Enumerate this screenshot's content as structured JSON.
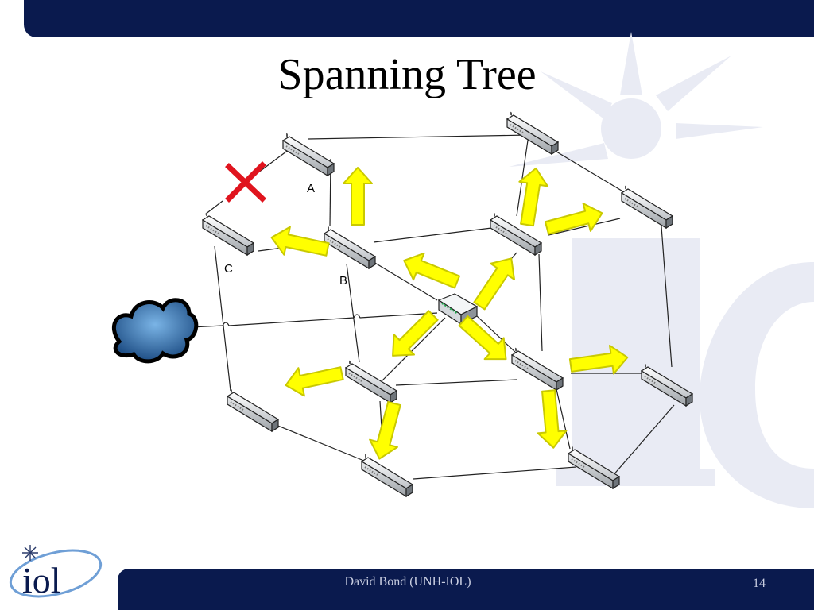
{
  "slide": {
    "title": "Spanning Tree",
    "footer": "David Bond (UNH-IOL)",
    "page_number": "14"
  },
  "diagram": {
    "labels": {
      "a": "A",
      "b": "B",
      "c": "C"
    },
    "icons": {
      "blocked": "red-x-blocked-icon",
      "cloud": "cloud-icon",
      "root_bridge": "router-icon",
      "switch": "switch-icon",
      "arrow": "yellow-arrow-icon"
    }
  },
  "logo": {
    "text": "iol"
  },
  "colors": {
    "bar": "#0a1a4e",
    "arrow_fill": "#ffff00",
    "arrow_stroke": "#c9c900",
    "blocked": "#e0141e",
    "watermark": "#e9ebf4"
  }
}
